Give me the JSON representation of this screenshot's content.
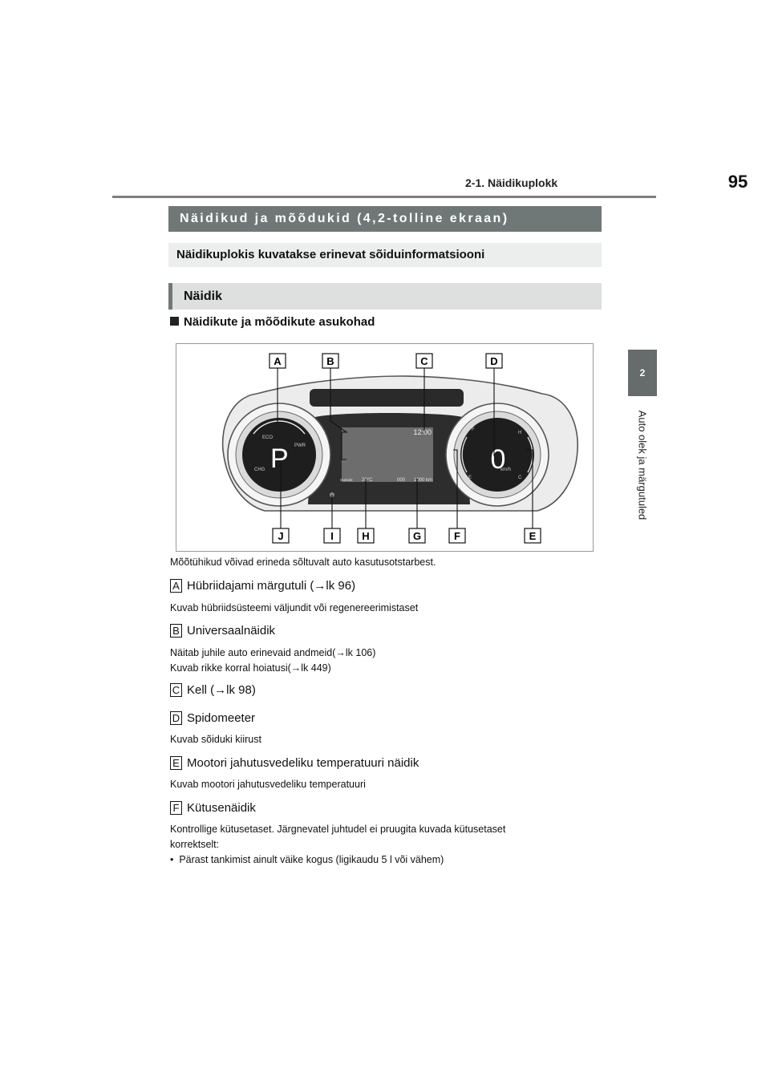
{
  "header": {
    "page_number": "95",
    "section": "2-1. Näidikuplokk"
  },
  "side_tab": {
    "number": "2",
    "label": "Auto olek ja märgutuled"
  },
  "title": "Näidikud ja mõõdukid (4,2-tolline ekraan)",
  "subtitle": "Näidikuplokis kuvatakse erinevat sõiduinformatsiooni",
  "heading": "Näidik",
  "subheading": "Näidikute ja mõõdikute asukohad",
  "figure": {
    "labels_top": [
      "A",
      "B",
      "C",
      "D"
    ],
    "labels_bottom": [
      "J",
      "I",
      "H",
      "G",
      "F",
      "E"
    ],
    "gauge_left": {
      "eco": "ECO",
      "pwr": "PWR",
      "chg": "CHG",
      "shift": "P"
    },
    "display": {
      "clock": "12:00",
      "outside_label": "Outside",
      "temp": "20°C",
      "trip": "000",
      "odo": "1000 km"
    },
    "speedo": {
      "speed": "0",
      "unit": "km/h",
      "fuel_f": "F",
      "fuel_e": "E",
      "temp_h": "H",
      "temp_c": "C"
    }
  },
  "figure_note": "Mõõtühikud võivad erineda sõltuvalt auto kasutusotstarbest.",
  "items": [
    {
      "key": "A",
      "title": "Hübriidajami märgutuli  (→lk 96)",
      "desc": [
        "Kuvab hübriidsüsteemi väljundit või regenereerimistaset"
      ]
    },
    {
      "key": "B",
      "title": "Universaalnäidik",
      "desc": [
        "Näitab juhile auto erinevaid andmeid(→lk 106)",
        "Kuvab rikke korral hoiatusi(→lk 449)"
      ]
    },
    {
      "key": "C",
      "title": "Kell (→lk 98)",
      "desc": []
    },
    {
      "key": "D",
      "title": "Spidomeeter",
      "desc": [
        "Kuvab sõiduki kiirust"
      ]
    },
    {
      "key": "E",
      "title": "Mootori jahutusvedeliku temperatuuri näidik",
      "desc": [
        "Kuvab mootori jahutusvedeliku temperatuuri"
      ]
    },
    {
      "key": "F",
      "title": "Kütusenäidik",
      "desc": [
        "Kontrollige kütusetaset. Järgnevatel juhtudel ei pruugita kuvada kütusetaset",
        "korrektselt:"
      ]
    }
  ],
  "bullets": [
    "Pärast tankimist ainult väike kogus (ligikaudu 5 l või vähem)"
  ]
}
